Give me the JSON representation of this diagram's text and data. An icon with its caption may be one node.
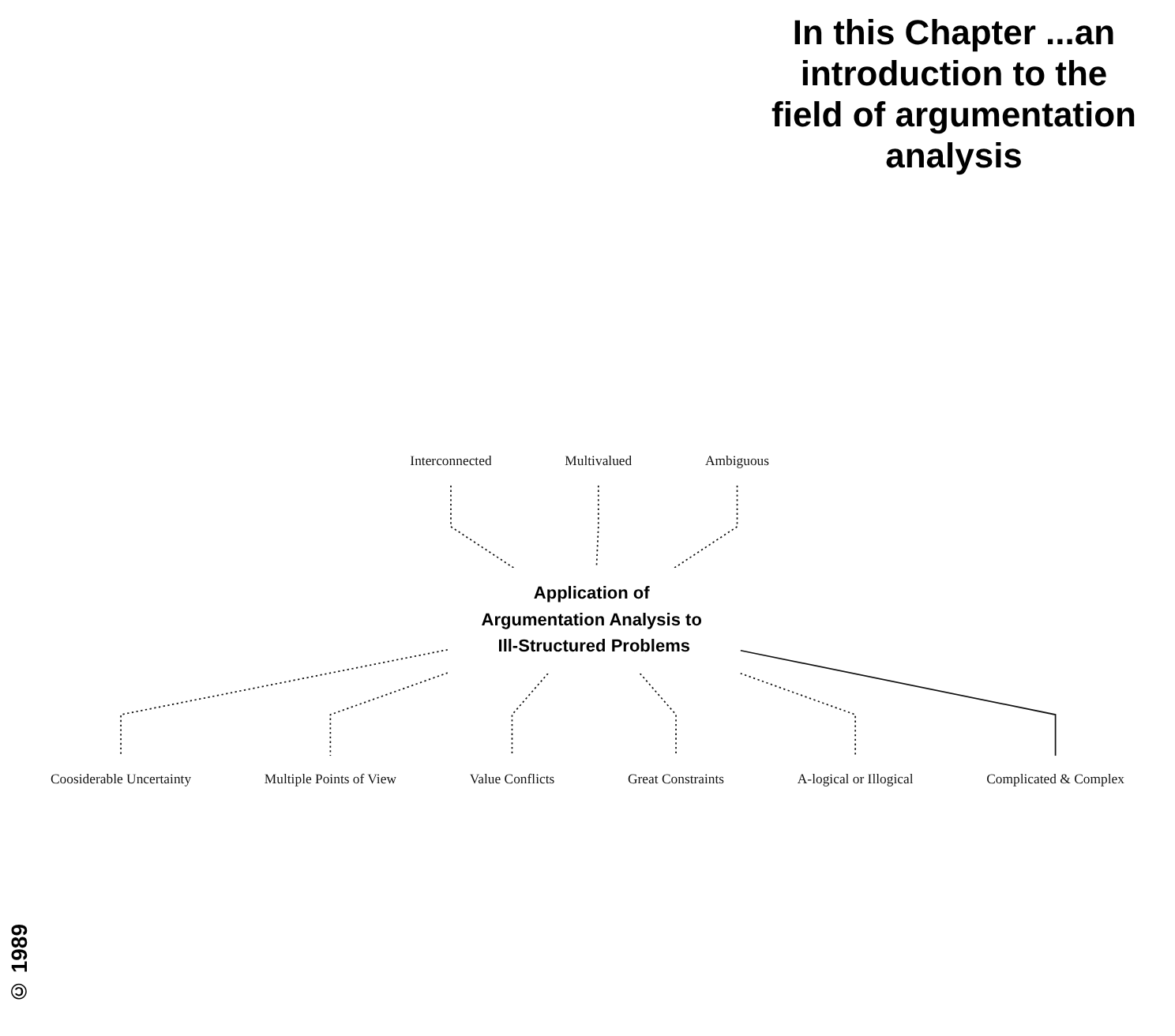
{
  "diagram": {
    "title": "In this Chapter ...an introduction to the field of argumentation analysis",
    "nodes": [
      {
        "text": [
          "Application of Argumentation Analysis to Ill-Structured Problems"
        ]
      },
      {
        "text": [
          "Interconnected"
        ]
      },
      {
        "text": [
          "Multivalued"
        ]
      },
      {
        "text": [
          "Ambiguous"
        ]
      },
      {
        "text": [
          "Coosiderable Uncertainty"
        ]
      },
      {
        "text": [
          "Multiple Points of View"
        ]
      },
      {
        "text": [
          "Value Conflicts"
        ]
      },
      {
        "text": [
          "Great Constraints"
        ]
      },
      {
        "text": [
          "A-logical or Illogical"
        ]
      },
      {
        "text": [
          "Complicated & Complex"
        ]
      }
    ],
    "edges": [
      {
        "from": 1,
        "to": 0,
        "arrow": "none",
        "style": "dashed"
      },
      {
        "from": 2,
        "to": 0,
        "arrow": "none",
        "style": "dashed"
      },
      {
        "from": 3,
        "to": 0,
        "arrow": "none",
        "style": "dashed"
      },
      {
        "from": 0,
        "to": 4,
        "arrow": "none",
        "style": "dashed"
      },
      {
        "from": 0,
        "to": 5,
        "arrow": "none",
        "style": "dashed"
      },
      {
        "from": 0,
        "to": 6,
        "arrow": "none",
        "style": "dashed"
      },
      {
        "from": 0,
        "to": 7,
        "arrow": "none",
        "style": "dashed"
      },
      {
        "from": 0,
        "to": 8,
        "arrow": "none",
        "style": "dashed"
      },
      {
        "from": 0,
        "to": 9,
        "arrow": "none"
      }
    ],
    "labels": [
      "© 1989"
    ]
  }
}
